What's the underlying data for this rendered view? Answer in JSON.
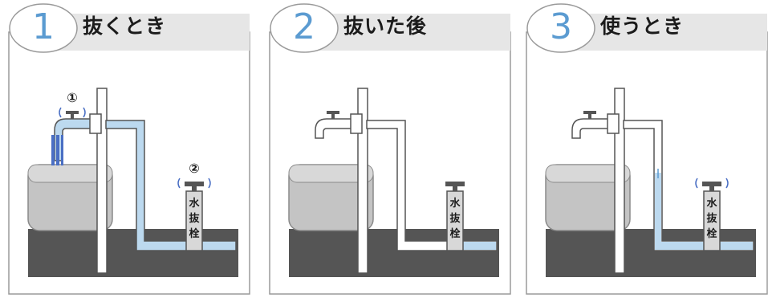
{
  "steps": [
    {
      "number": "1",
      "title": "抜くとき",
      "valve_labels": [
        "①",
        "②"
      ],
      "drain_tag": [
        "水",
        "抜",
        "栓"
      ]
    },
    {
      "number": "2",
      "title": "抜いた後",
      "drain_tag": [
        "水",
        "抜",
        "栓"
      ]
    },
    {
      "number": "3",
      "title": "使うとき",
      "drain_tag": [
        "水",
        "抜",
        "栓"
      ]
    }
  ],
  "colors": {
    "number": "#5b9bd1",
    "water": "#bcd9ef",
    "water_flow": "#4a6fc4",
    "ground": "#555555",
    "header_band": "#e6e6e6",
    "tub": "#c4c4c4"
  }
}
